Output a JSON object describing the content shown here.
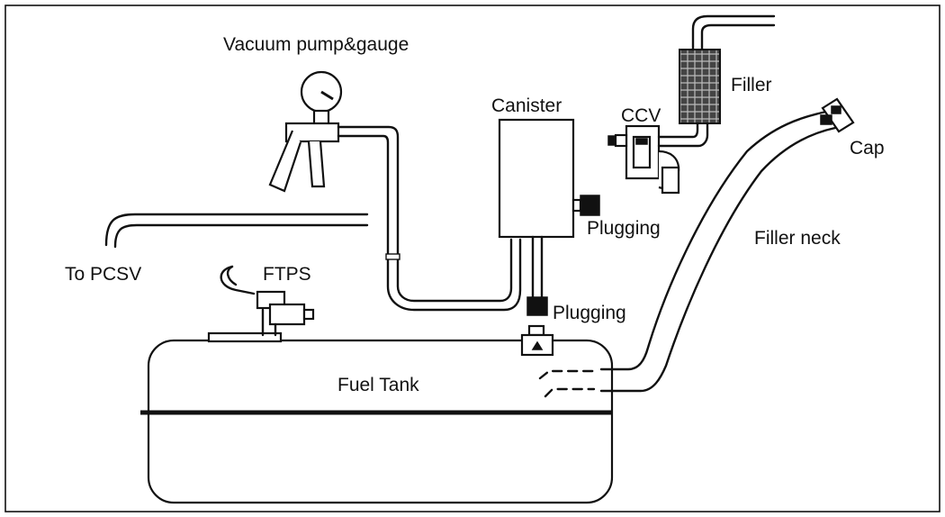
{
  "labels": {
    "vacuum_pump": "Vacuum pump&gauge",
    "canister": "Canister",
    "ccv": "CCV",
    "filler": "Filler",
    "cap": "Cap",
    "plugging_canister": "Plugging",
    "plugging_line": "Plugging",
    "filler_neck": "Filler neck",
    "to_pcsv": "To PCSV",
    "ftps": "FTPS",
    "fuel_tank": "Fuel Tank"
  }
}
